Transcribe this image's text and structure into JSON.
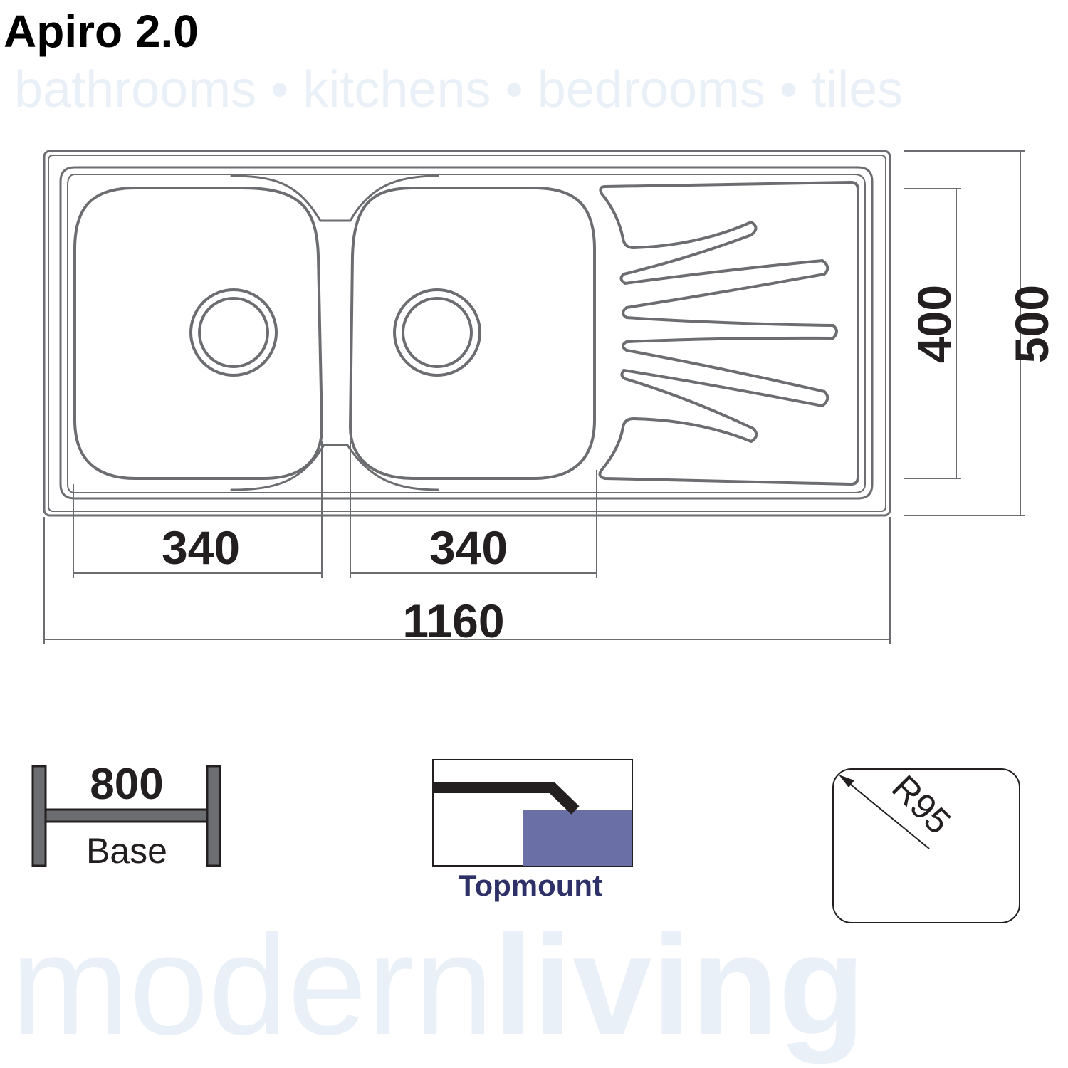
{
  "title": "Apiro 2.0",
  "watermark": {
    "brand_a": "modern",
    "brand_b": "living",
    "tagline": "bathrooms • kitchens • bedrooms • tiles"
  },
  "dimensions": {
    "bowl_left_width": "340",
    "bowl_right_width": "340",
    "overall_width": "1160",
    "bowl_depth": "400",
    "overall_depth": "500"
  },
  "base": {
    "size": "800",
    "label": "Base"
  },
  "mount": {
    "label": "Topmount",
    "fill_color": "#6a6fa6",
    "label_color": "#2e3068"
  },
  "corner": {
    "radius": "R95"
  }
}
